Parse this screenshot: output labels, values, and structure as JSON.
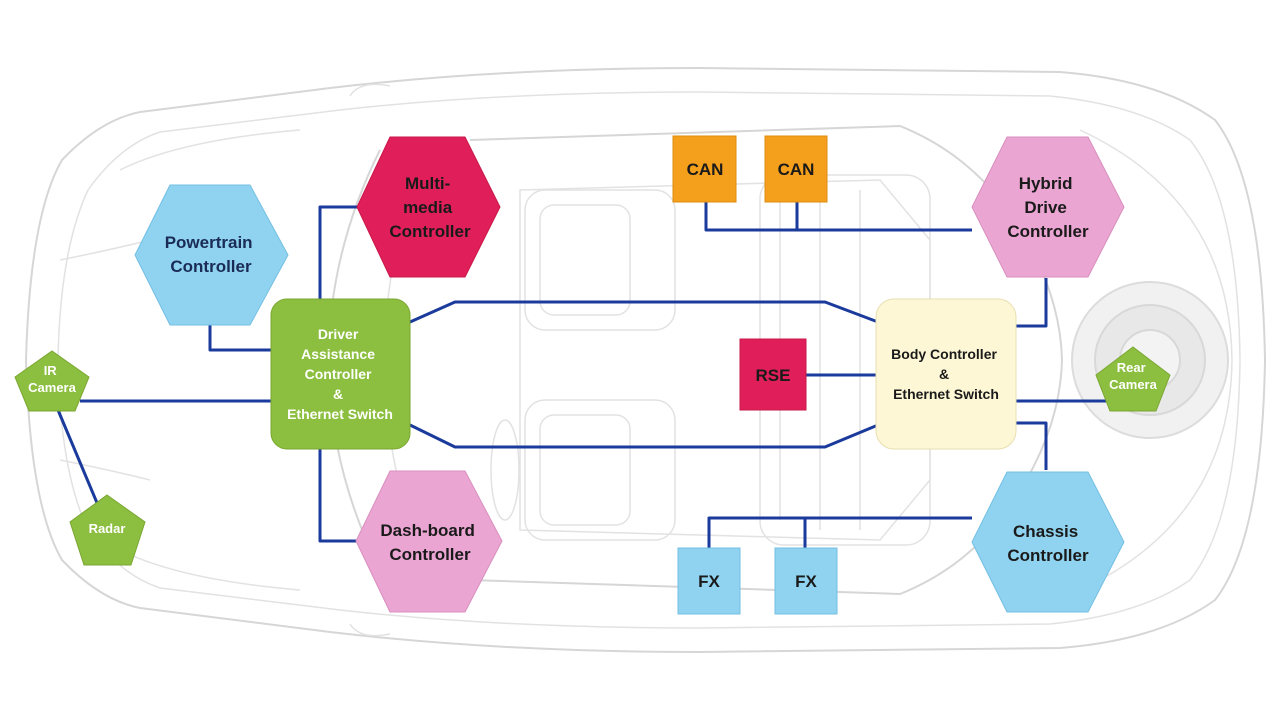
{
  "colors": {
    "wire": "#1a3a9c",
    "green": "#8cbf3f",
    "light_blue": "#8fd3f0",
    "magenta": "#e01f5a",
    "pink": "#eaa5d2",
    "orange": "#f4a01c",
    "cream": "#fdf7d6"
  },
  "nodes": {
    "ir_camera": {
      "lines": [
        "IR",
        "Camera"
      ]
    },
    "radar": {
      "lines": [
        "Radar"
      ]
    },
    "powertrain": {
      "lines": [
        "Powertrain",
        "Controller"
      ]
    },
    "driver_assistance": {
      "lines": [
        "Driver",
        "Assistance",
        "Controller",
        "&",
        "Ethernet Switch"
      ]
    },
    "multimedia": {
      "lines": [
        "Multi-",
        "media",
        "Controller"
      ]
    },
    "dashboard": {
      "lines": [
        "Dash-board",
        "Controller"
      ]
    },
    "can1": {
      "lines": [
        "CAN"
      ]
    },
    "can2": {
      "lines": [
        "CAN"
      ]
    },
    "hybrid": {
      "lines": [
        "Hybrid",
        "Drive",
        "Controller"
      ]
    },
    "rse": {
      "lines": [
        "RSE"
      ]
    },
    "body": {
      "lines": [
        "Body Controller",
        "&",
        "Ethernet Switch"
      ]
    },
    "rear_camera": {
      "lines": [
        "Rear",
        "Camera"
      ]
    },
    "chassis": {
      "lines": [
        "Chassis",
        "Controller"
      ]
    },
    "fx1": {
      "lines": [
        "FX"
      ]
    },
    "fx2": {
      "lines": [
        "FX"
      ]
    }
  }
}
